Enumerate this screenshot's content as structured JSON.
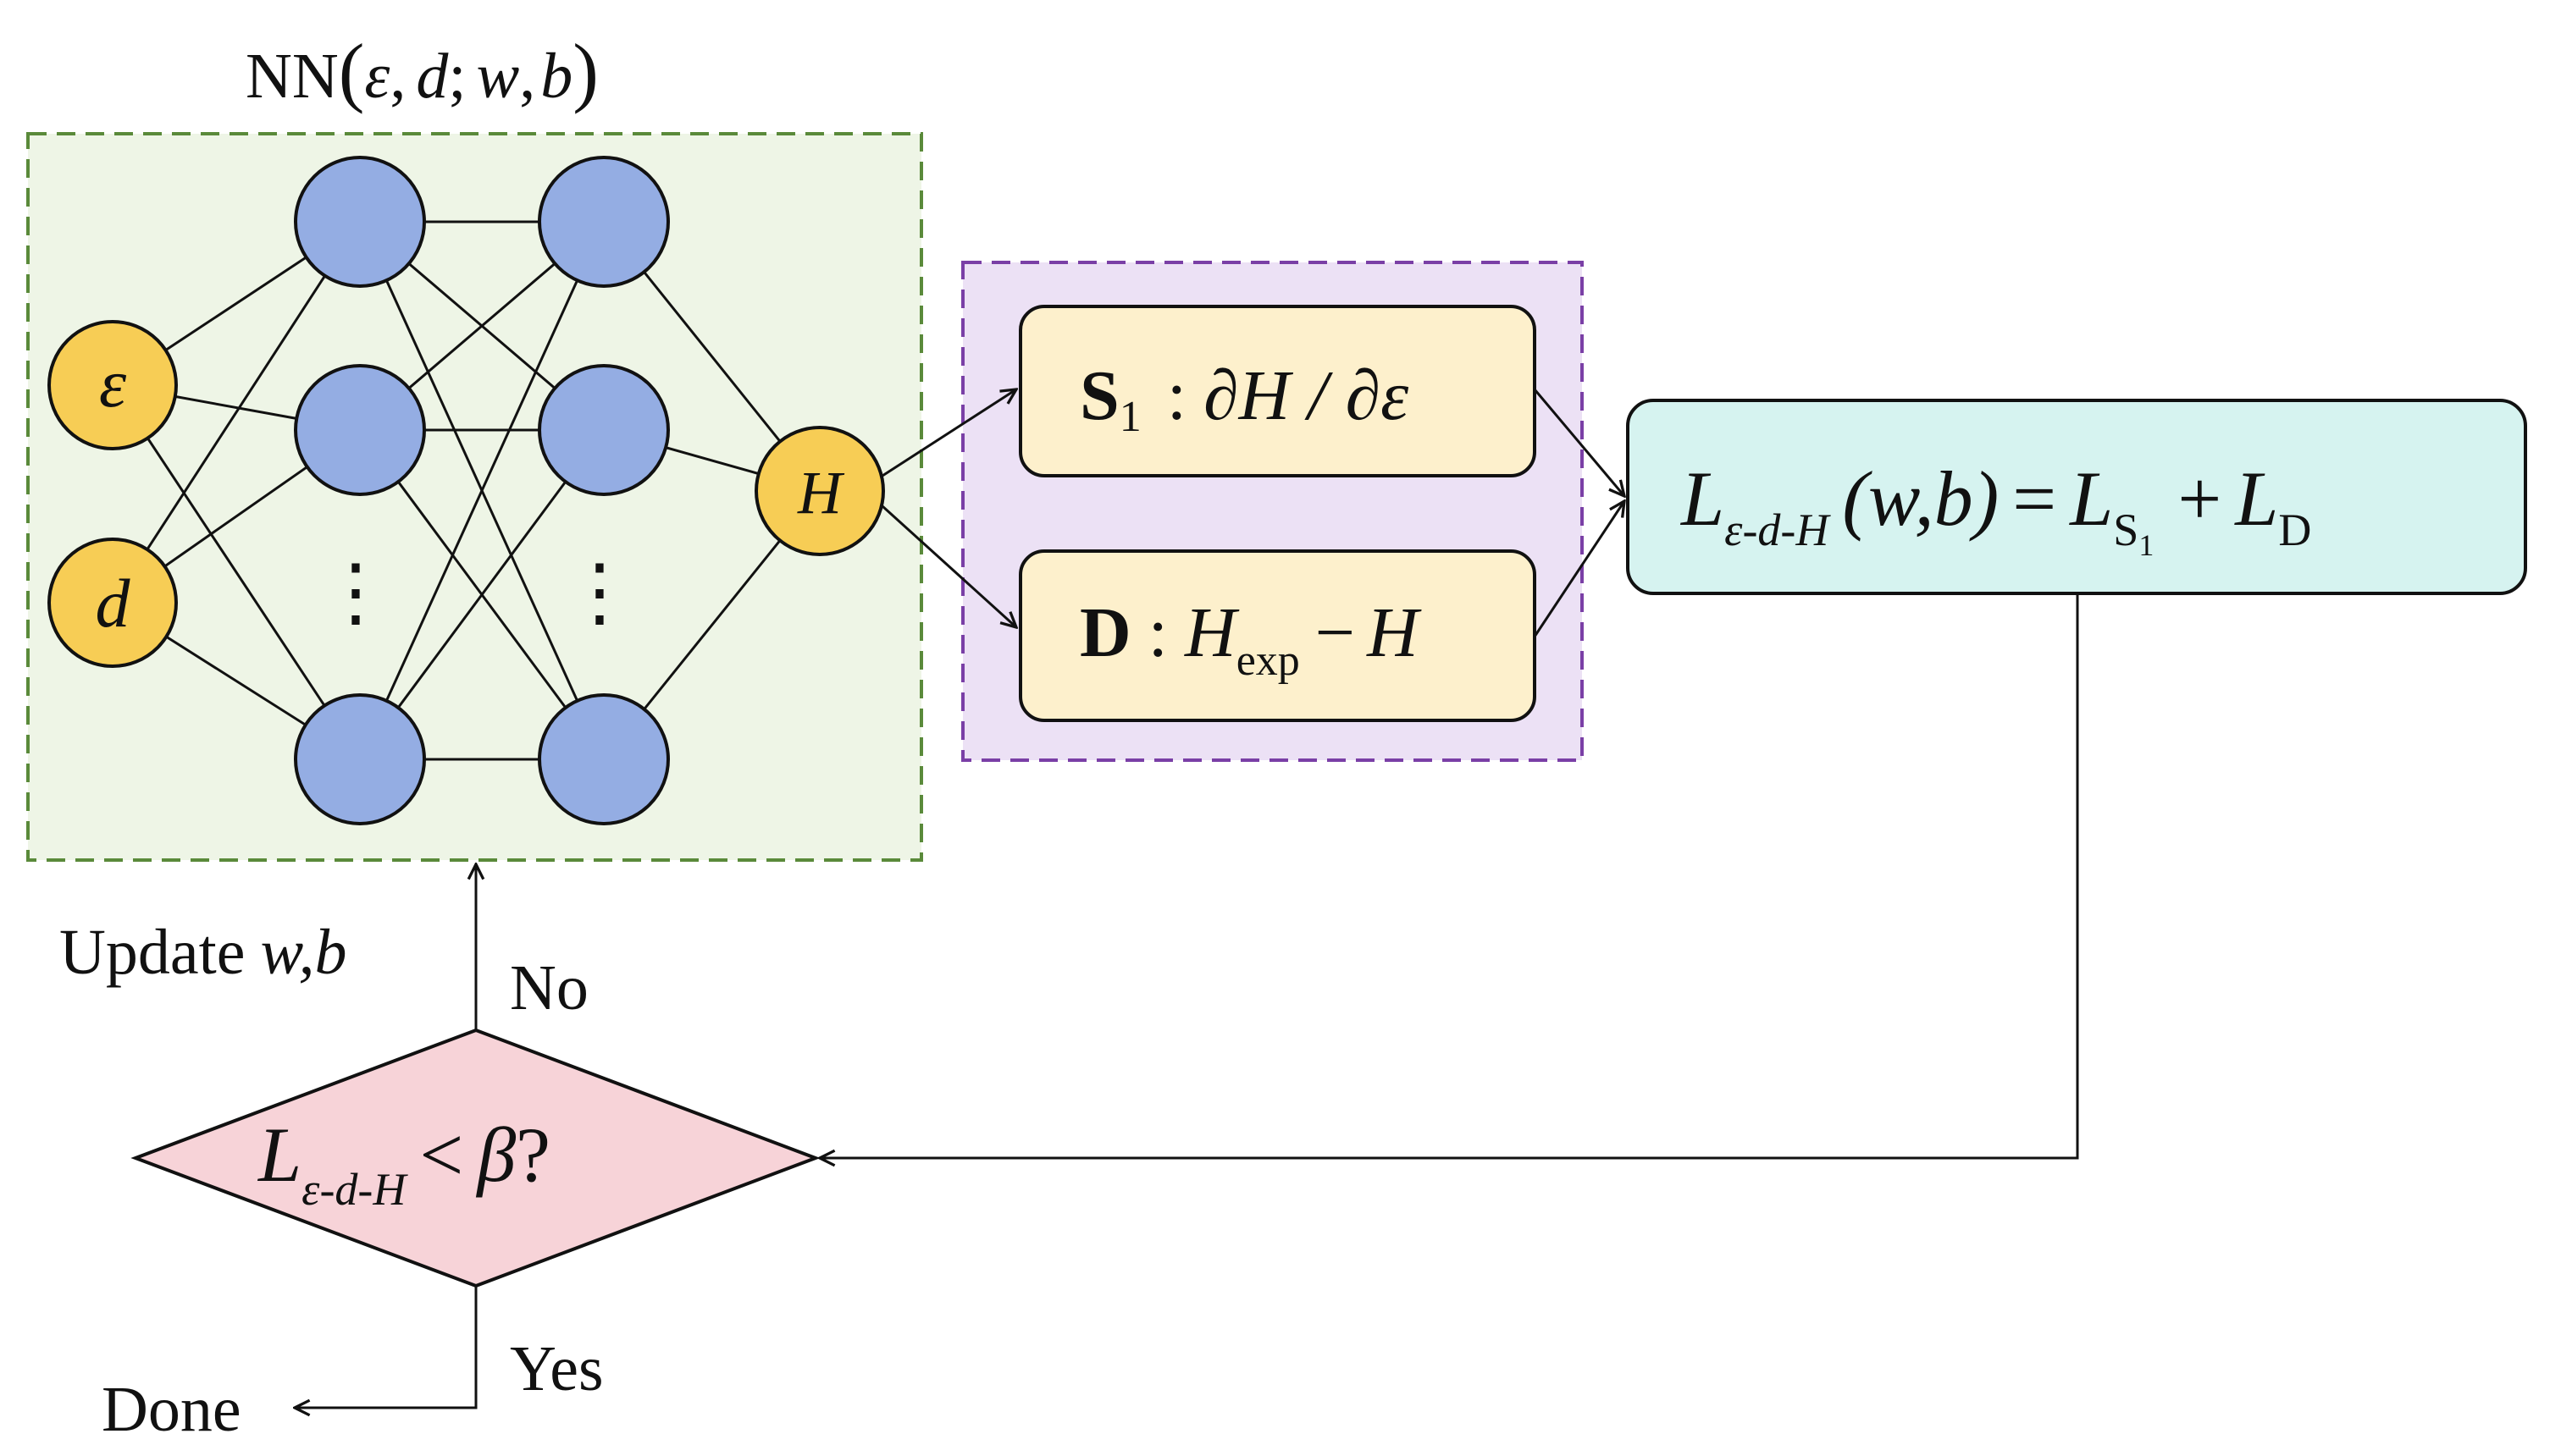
{
  "nn_title": {
    "prefix": "NN",
    "epsilon": "ε",
    "d": "d",
    "w": "w",
    "b": "b",
    "comma": ",",
    "semicolon": ";",
    "lparen": "(",
    "rparen": ")"
  },
  "nodes": {
    "input_epsilon": "ε",
    "input_d": "d",
    "output_H": "H",
    "ellipsis": "⋮"
  },
  "physics_boxes": {
    "s1": {
      "bold": "S",
      "sub": "1",
      "colon": ":",
      "expr": "∂H / ∂ε"
    },
    "d": {
      "bold": "D",
      "colon": ":",
      "h": "H",
      "sub": "exp",
      "minus": "−",
      "h2": "H"
    }
  },
  "loss_box": {
    "L": "L",
    "sub": "ε-d-H",
    "args": "(w,b)",
    "eq": "=",
    "L2": "L",
    "sub2_base": "S",
    "sub2_sub": "1",
    "plus": "+",
    "L3": "L",
    "sub3": "D"
  },
  "decision": {
    "L": "L",
    "sub": "ε-d-H",
    "lt": "<",
    "beta": "β",
    "q": "?"
  },
  "labels": {
    "update": "Update",
    "update_vars": "w,b",
    "no": "No",
    "yes": "Yes",
    "done": "Done"
  },
  "colors": {
    "nn_box_fill": "#eef5e6",
    "nn_box_border": "#5a8a3a",
    "physics_box_fill": "#ece1f5",
    "physics_box_border": "#7a3fa6",
    "term_box_fill": "#fdf0cc",
    "loss_box_fill": "#d6f3f0",
    "decision_fill": "#f7d3d8",
    "io_node_fill": "#f7cd55",
    "hidden_node_fill": "#94ade3",
    "stroke": "#111111"
  }
}
